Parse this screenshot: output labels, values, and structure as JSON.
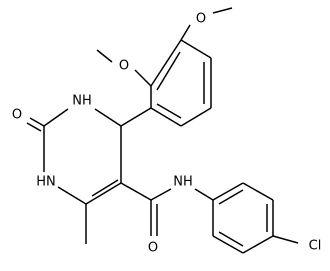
{
  "atom_labels": {
    "o_ome_top": "O",
    "o_ome_mid": "O",
    "o_carbonyl_ring": "O",
    "nh_top": "NH",
    "nh_bottom": "HN",
    "nh_amide": "NH",
    "o_amide": "O",
    "cl": "Cl"
  }
}
